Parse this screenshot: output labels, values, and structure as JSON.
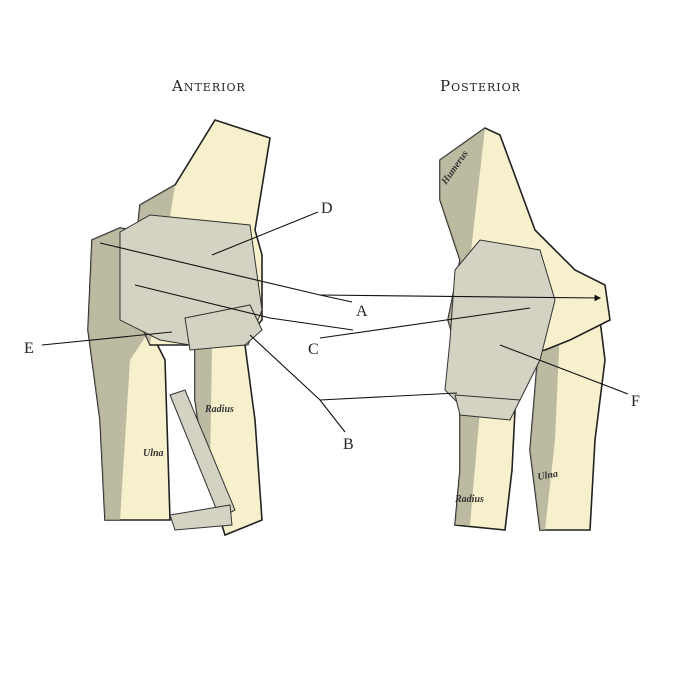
{
  "titles": {
    "anterior": "Anterior",
    "posterior": "Posterior"
  },
  "letters": {
    "A": "A",
    "B": "B",
    "C": "C",
    "D": "D",
    "E": "E",
    "F": "F"
  },
  "bone_labels": {
    "anterior_radius": "Radius",
    "anterior_ulna": "Ulna",
    "posterior_humerus": "Humerus",
    "posterior_radius": "Radius",
    "posterior_ulna": "Ulna"
  },
  "colors": {
    "bone": "#f6f1cc",
    "ink": "#222222"
  }
}
